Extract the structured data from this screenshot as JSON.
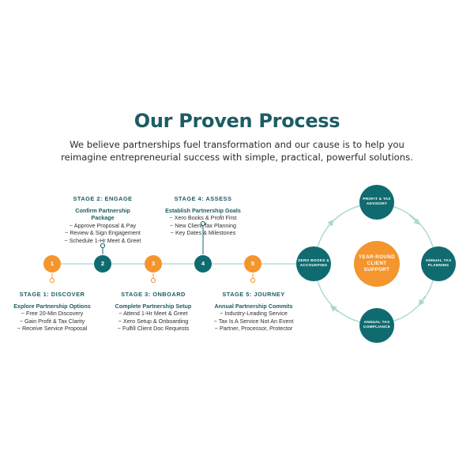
{
  "header": {
    "title": "Our Proven Process",
    "subtitle": "We believe partnerships fuel transformation and our cause is to help you reimagine entrepreneurial success with simple, practical, powerful solutions."
  },
  "colors": {
    "teal": "#0f6b6f",
    "orange": "#f4952d",
    "line": "#a9d8d2",
    "title": "#1d5c63"
  },
  "stages": [
    {
      "number": "1",
      "title": "STAGE 1: DISCOVER",
      "subtitle": "Explore Partnership Options",
      "items": [
        "~ Free 20-Min Discovery",
        "~ Gain Profit & Tax Clarity",
        "~ Receive Service Proposal"
      ]
    },
    {
      "number": "2",
      "title": "STAGE 2: ENGAGE",
      "subtitle": "Confirm Partnership Package",
      "items": [
        "~ Approve Proposal & Pay",
        "~ Review & Sign Engagement",
        "~ Schedule 1-Hr Meet & Greet"
      ]
    },
    {
      "number": "3",
      "title": "STAGE 3: ONBOARD",
      "subtitle": "Complete Partnership Setup",
      "items": [
        "~ Attend 1-Hr Meet & Greet",
        "~ Xero Setup & Onboarding",
        "~ Fulfill Client Doc Requests"
      ]
    },
    {
      "number": "4",
      "title": "STAGE 4: ASSESS",
      "subtitle": "Establish Partnership Goals",
      "items": [
        "~ Xero Books & Profit First",
        "~ New Client Tax Planning",
        "~ Key Dates & Milestones"
      ]
    },
    {
      "number": "5",
      "title": "STAGE 5: JOURNEY",
      "subtitle": "Annual Partnership Commits",
      "items": [
        "~ Industry-Leading Service",
        "~ Tax Is A Service Not An Event",
        "~ Partner, Processor, Protector"
      ]
    }
  ],
  "cycle": {
    "center": [
      "YEAR-ROUND",
      "CLIENT",
      "SUPPORT"
    ],
    "top": [
      "PROFIT & TAX",
      "ADVISORY"
    ],
    "right": [
      "ANNUAL TAX",
      "PLANNING"
    ],
    "bottom": [
      "ANNUAL TAX",
      "COMPLIANCE"
    ],
    "left": [
      "XERO BOOKS &",
      "ACCOUNTING"
    ]
  }
}
